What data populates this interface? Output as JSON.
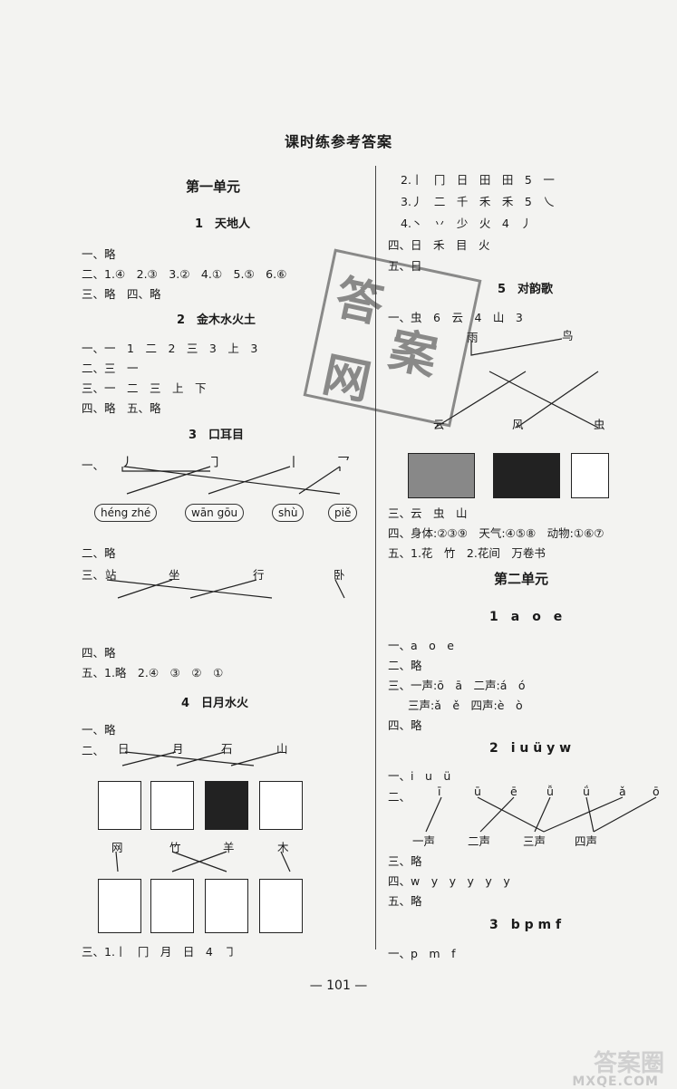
{
  "title": "课时练参考答案",
  "page_number": "— 101 —",
  "left": {
    "unit1_title": "第一单元",
    "l1_title": "1　天地人",
    "l1_a1": "一、略",
    "l1_a2": "二、1.④　2.③　3.②　4.①　5.⑤　6.⑥",
    "l1_a3": "三、略　四、略",
    "l2_title": "2　金木水火土",
    "l2_a1": "一、一　1　二　2　三　3　上　3",
    "l2_a2": "二、三　一",
    "l2_a3": "三、一　二　三　上　下",
    "l2_a4": "四、略　五、略",
    "l3_title": "3　口耳目",
    "l3_a1": "一、",
    "l3_strokes": [
      "丿",
      "㇆",
      "丨",
      "乛"
    ],
    "l3_pinyin": [
      "héng zhé",
      "wān gōu",
      "shù",
      "piě"
    ],
    "l3_a2": "二、略",
    "l3_a3": "三、",
    "l3_words": [
      "站",
      "坐",
      "行",
      "卧"
    ],
    "l3_a4": "四、略",
    "l3_a5": "五、1.略　2.④　③　②　①",
    "l4_title": "4　日月水火",
    "l4_a1": "一、略",
    "l4_a2": "二、",
    "l4_row1": [
      "日",
      "月",
      "石",
      "山"
    ],
    "l4_row2": [
      "网",
      "竹",
      "羊",
      "木"
    ],
    "l4_a3": "三、1.丨　冂　月　日　4　㇆"
  },
  "right": {
    "r_a1": "2.丨　冂　日　田　田　5　一",
    "r_a2": "3.丿　二　千　禾　禾　5　乀",
    "r_a3": "4.丶　丷　少　火　4　丿",
    "r_a4": "四、日　禾　目　火",
    "r_a5": "五、日",
    "l5_title": "5　对韵歌",
    "l5_a1": "一、虫　6　云　4　山　3",
    "l5_words_top": [
      "雨",
      "鸟"
    ],
    "l5_words_bottom": [
      "云",
      "风",
      "虫"
    ],
    "l5_a3": "三、云　虫　山",
    "l5_a4": "四、身体:②③⑨　天气:④⑤⑧　动物:①⑥⑦",
    "l5_a5": "五、1.花　竹　2.花间　万卷书",
    "unit2_title": "第二单元",
    "p1_title": "1　a　o　e",
    "p1_a1": "一、a　o　e",
    "p1_a2": "二、略",
    "p1_a3": "三、一声:ō　ā　二声:á　ó",
    "p1_a4": "三声:ǎ　ě　四声:è　ò",
    "p1_a5": "四、略",
    "p2_title": "2　i u ü y w",
    "p2_a1": "一、i　u　ü",
    "p2_a2": "二、",
    "p2_tones_top": [
      "ī",
      "ū",
      "ē",
      "ǚ",
      "ǘ",
      "ǎ",
      "ō"
    ],
    "p2_tones_bottom": [
      "一声",
      "二声",
      "三声",
      "四声"
    ],
    "p2_a3": "三、略",
    "p2_a4": "四、w　y　y　y　y　y",
    "p2_a5": "五、略",
    "p3_title": "3　b p m f",
    "p3_a1": "一、p　m　f"
  },
  "stamp_chars": [
    "答",
    "案",
    "网"
  ],
  "watermark": "答案圈",
  "watermark_url": "MXQE.COM"
}
